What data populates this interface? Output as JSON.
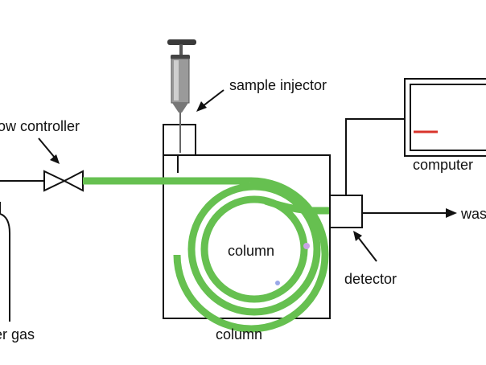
{
  "labels": {
    "sample_injector": "sample injector",
    "flow_controller": "flow controller",
    "computer": "computer",
    "waste": "waste",
    "column_inner": "column",
    "detector": "detector",
    "carrier_gas": "carrier gas",
    "column_bottom": "column"
  },
  "colors": {
    "tube": "#66c050",
    "line": "#111111",
    "screen_signal": "#d9342b",
    "syringe_body": "#9a9a9a",
    "sample_dot_1": "#c9a3e6",
    "sample_dot_2": "#9aa8e8"
  }
}
